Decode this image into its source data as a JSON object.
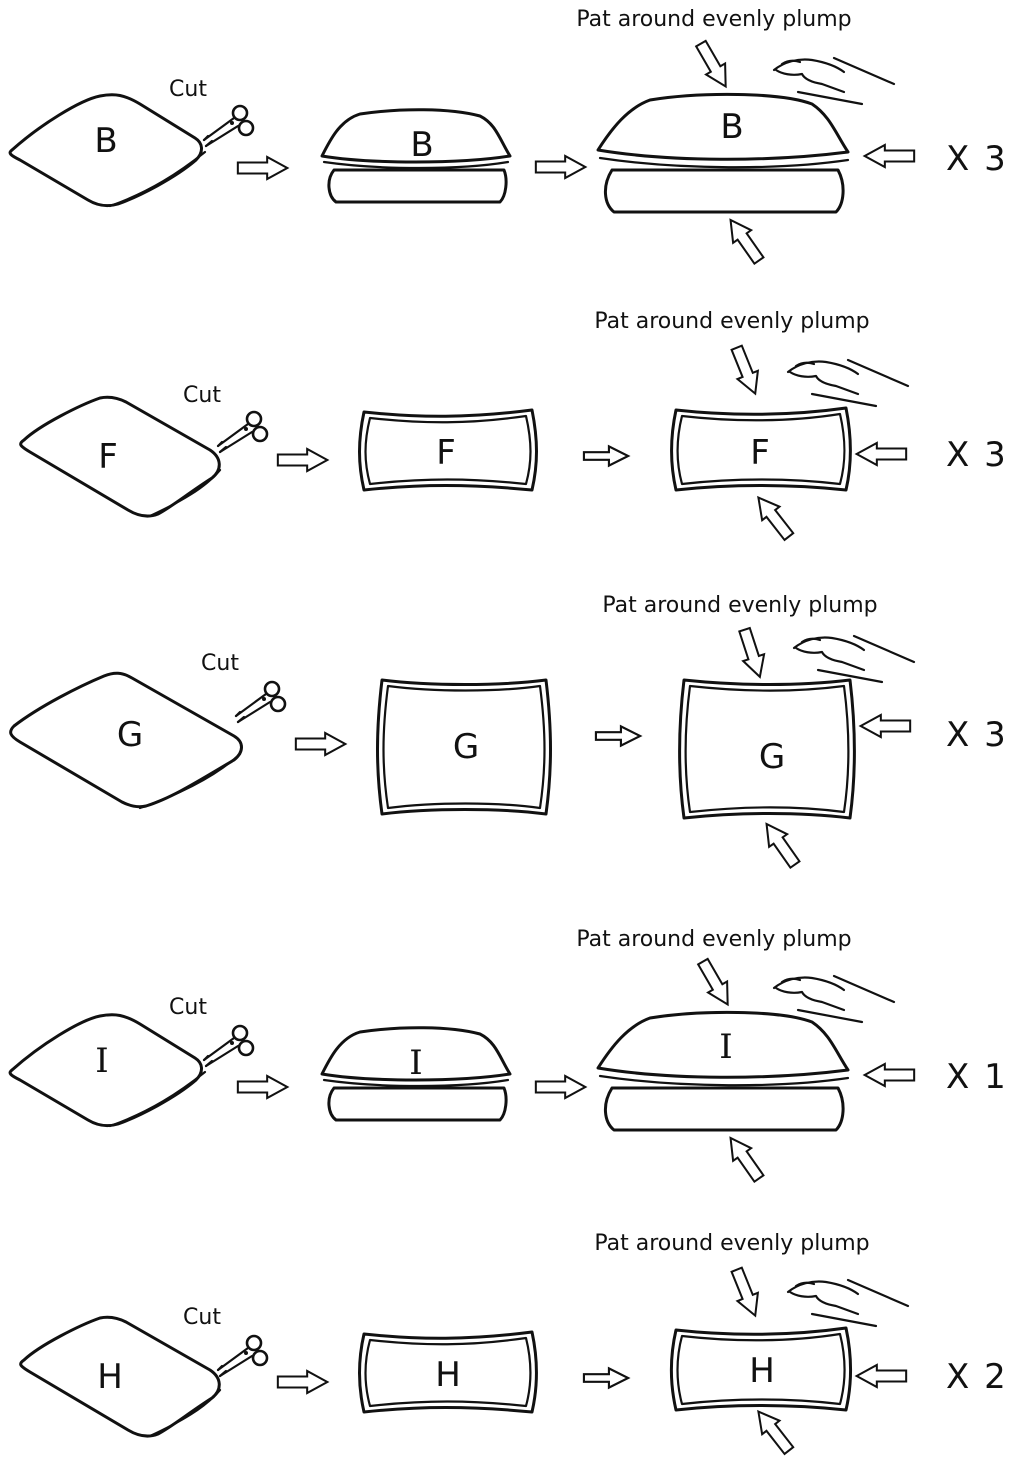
{
  "steps": [
    {
      "id": "b",
      "piece_label": "B",
      "cut_label": "Cut",
      "instruction": "Pat around evenly plump",
      "quantity": "X 3",
      "shape": "cushion"
    },
    {
      "id": "f",
      "piece_label": "F",
      "cut_label": "Cut",
      "instruction": "Pat around evenly plump",
      "quantity": "X 3",
      "shape": "panel"
    },
    {
      "id": "g",
      "piece_label": "G",
      "cut_label": "Cut",
      "instruction": "Pat around evenly plump",
      "quantity": "X 3",
      "shape": "square-panel"
    },
    {
      "id": "i",
      "piece_label": "I",
      "cut_label": "Cut",
      "instruction": "Pat around evenly plump",
      "quantity": "X 1",
      "shape": "cushion"
    },
    {
      "id": "h",
      "piece_label": "H",
      "cut_label": "Cut",
      "instruction": "Pat around evenly plump",
      "quantity": "X 2",
      "shape": "panel"
    }
  ],
  "icons": [
    "scissors-icon",
    "arrow-right-icon",
    "arrow-left-icon",
    "arrow-down-icon",
    "arrow-up-icon",
    "hand-icon"
  ]
}
